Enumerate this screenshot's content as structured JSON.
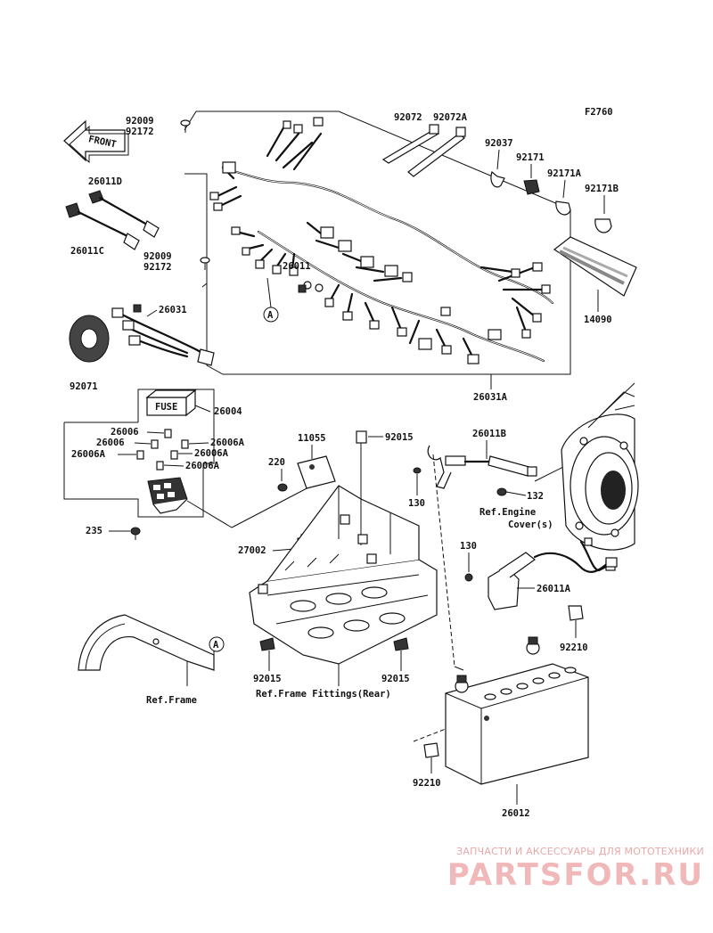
{
  "figure_code": "F2760",
  "front_label": "FRONT",
  "fuse_label": "FUSE",
  "callout": "A",
  "labels": {
    "p92009_a": "92009",
    "p92172_a": "92172",
    "p26011D": "26011D",
    "p26011C": "26011C",
    "p92009_b": "92009",
    "p92172_b": "92172",
    "p26011_a": "26011",
    "p26031": "26031",
    "p92071": "92071",
    "p92072": "92072",
    "p92072A": "92072A",
    "p92037": "92037",
    "p92171": "92171",
    "p92171A": "92171A",
    "p92171B": "92171B",
    "p14090": "14090",
    "p26031A": "26031A",
    "p26004": "26004",
    "p26006_a": "26006",
    "p26006_b": "26006",
    "p26006A_a": "26006A",
    "p26006A_b": "26006A",
    "p26006A_c": "26006A",
    "p26006A_d": "26006A",
    "p235": "235",
    "p11055": "11055",
    "p92015_a": "92015",
    "p220": "220",
    "p130_a": "130",
    "p26011B": "26011B",
    "p132": "132",
    "p27002": "27002",
    "p130_b": "130",
    "p26011A": "26011A",
    "p92210_a": "92210",
    "p92015_b": "92015",
    "p92015_c": "92015",
    "p92210_b": "92210",
    "p26012": "26012"
  },
  "refs": {
    "engine_cover_1": "Ref.Engine",
    "engine_cover_2": "Cover(s)",
    "frame": "Ref.Frame",
    "frame_fittings": "Ref.Frame Fittings(Rear)"
  },
  "watermark": {
    "tagline": "ЗАПЧАСТИ И АКСЕССУАРЫ ДЛЯ МОТОТЕХНИКИ",
    "brand": "PARTSFOR.RU"
  }
}
